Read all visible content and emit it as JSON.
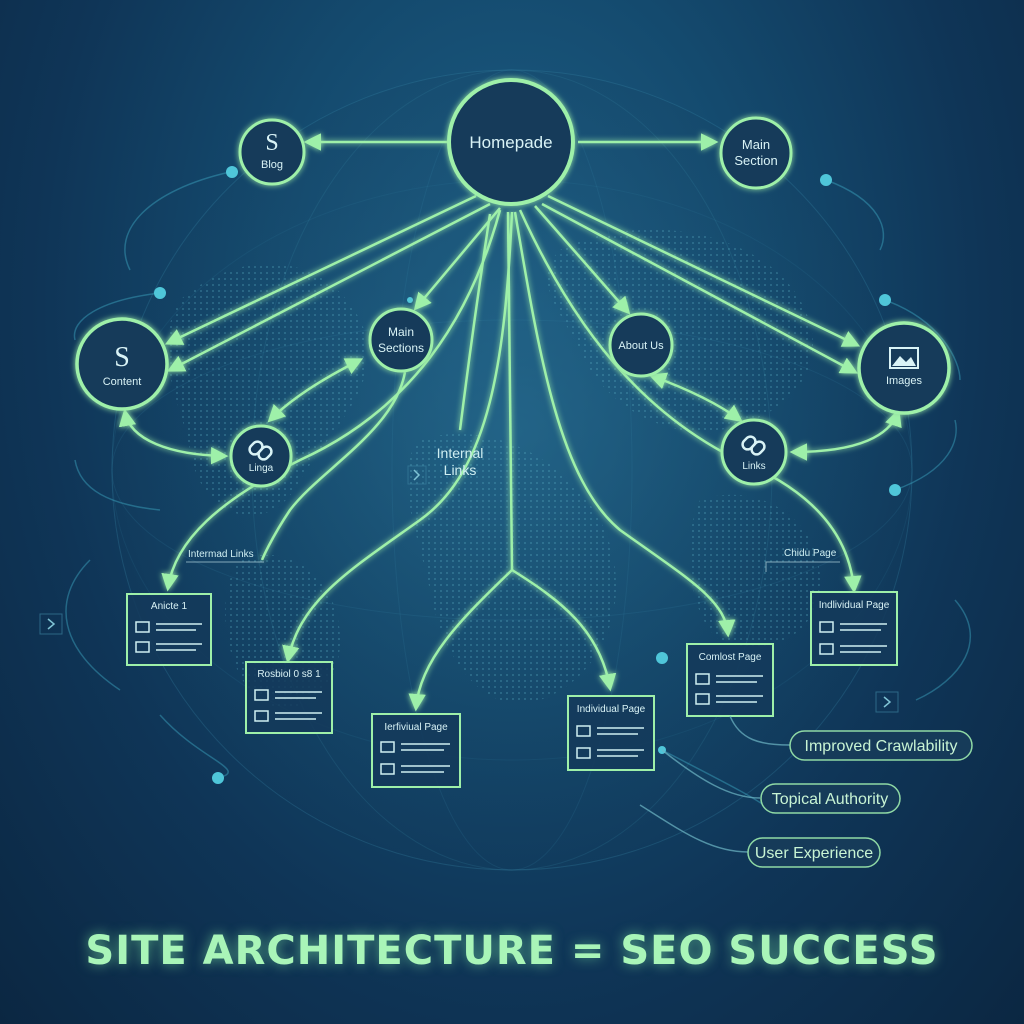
{
  "nodes": {
    "homepage": "Homepade",
    "blog": "Blog",
    "blog_glyph": "S",
    "main_section_top_line1": "Main",
    "main_section_top_line2": "Section",
    "content": "Content",
    "content_glyph": "S",
    "main_sections_line1": "Main",
    "main_sections_line2": "Sections",
    "about_us": "About Us",
    "images": "Images",
    "links_left": "Linga",
    "links_right": "Links"
  },
  "labels": {
    "internal_links_center_line1": "Internal",
    "internal_links_center_line2": "Links",
    "internal_links_left": "Intermad Links",
    "child_page": "Chidu Page"
  },
  "pages": {
    "article": "Anicte 1",
    "resource": "Rosbiol 0 s8 1",
    "individual_1": "Ierfiviual Page",
    "individual_2": "Individual Page",
    "content_page": "Comlost Page",
    "individual_3": "Indlividual Page"
  },
  "benefits": {
    "crawlability": "Improved Crawlability",
    "authority": "Topical Authority",
    "ux": "User Experience"
  },
  "headline": "SITE ARCHITECTURE = SEO SUCCESS",
  "colors": {
    "line": "#9ef0a9",
    "node_fill": "#173a5a",
    "background": "#134567"
  },
  "icons": [
    "link-icon",
    "image-icon",
    "blog-s-icon",
    "content-s-icon",
    "chevron-right-icon"
  ]
}
